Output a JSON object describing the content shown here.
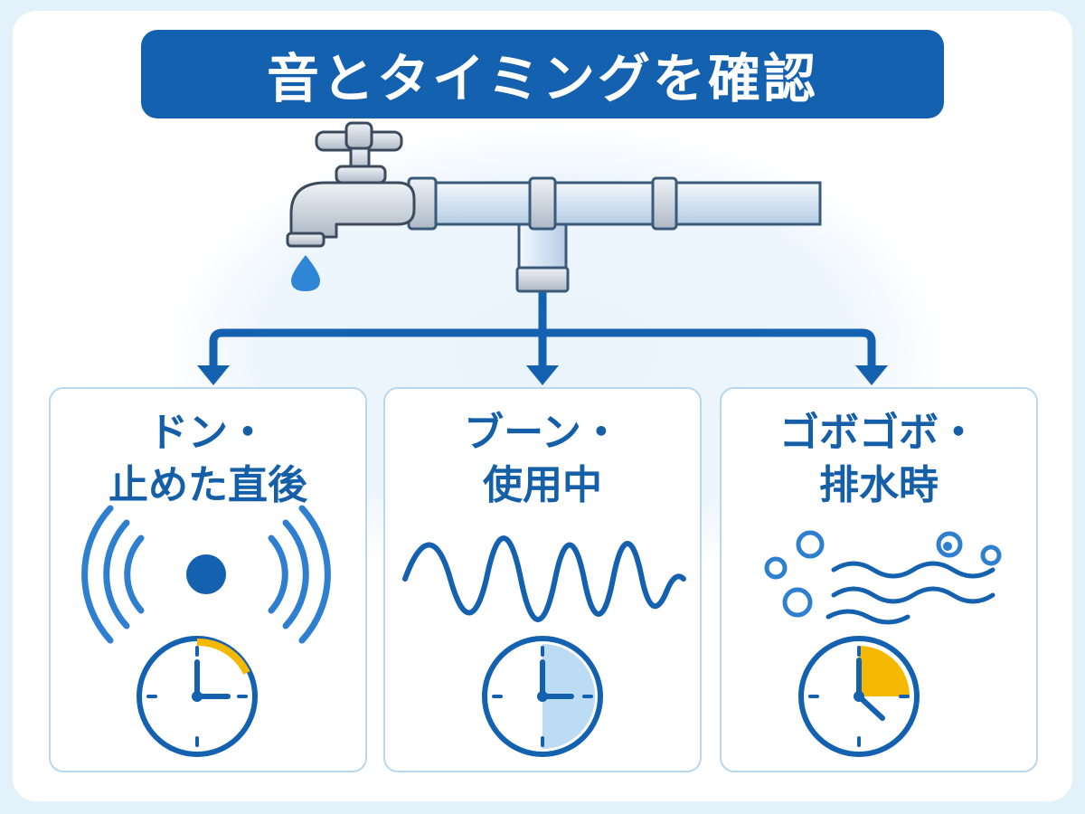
{
  "title": "音とタイミングを確認",
  "colors": {
    "primary": "#1461b0",
    "accent_yellow": "#f5b800",
    "light_blue": "#bcdcf3",
    "card_border": "#b9d7ef"
  },
  "cards": [
    {
      "line1": "ドン・",
      "line2": "止めた直後",
      "icon": "knock-sound-icon",
      "clock": "clock-short-icon"
    },
    {
      "line1": "ブーン・",
      "line2": "使用中",
      "icon": "hum-wave-icon",
      "clock": "clock-half-icon"
    },
    {
      "line1": "ゴボゴボ・",
      "line2": "排水時",
      "icon": "gurgle-bubbles-icon",
      "clock": "clock-quarter-icon"
    }
  ]
}
